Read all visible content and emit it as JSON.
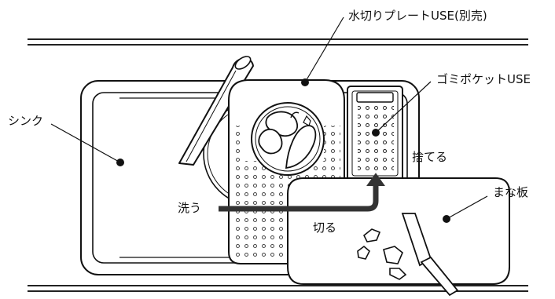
{
  "labels": {
    "drain_plate": "水切りプレートUSE(別売)",
    "garbage_pocket": "ゴミポケットUSE",
    "sink": "シンク",
    "discard": "捨てる",
    "wash": "洗う",
    "cutting_board": "まな板",
    "cut": "切る"
  },
  "colors": {
    "line": "#111111",
    "flow_arrow": "#333333",
    "light_gray": "#e6e6e6"
  }
}
